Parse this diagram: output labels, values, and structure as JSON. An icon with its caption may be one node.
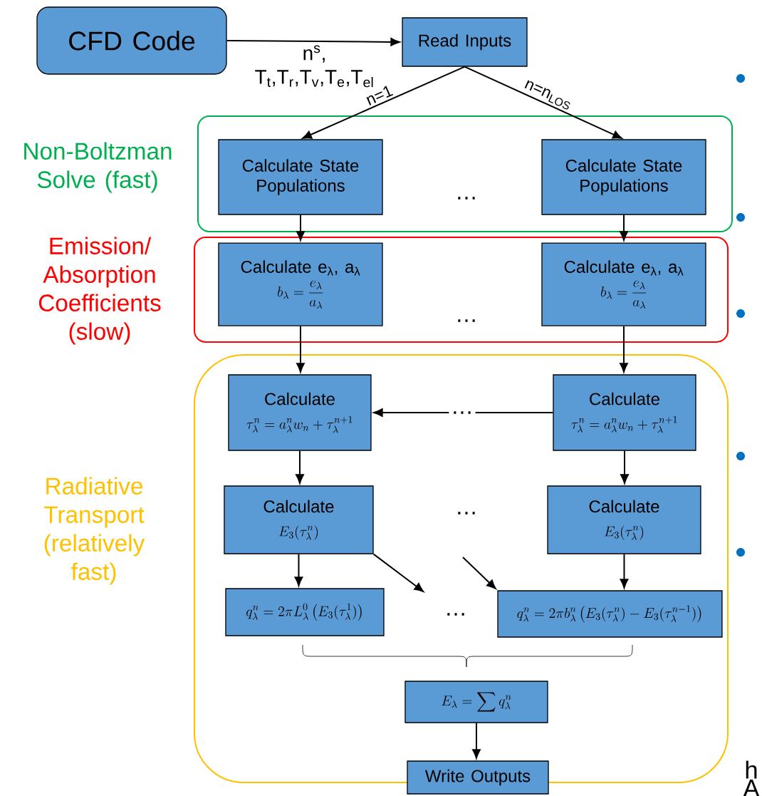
{
  "diagram": {
    "nodes": [
      {
        "text": [
          "CFD Code"
        ]
      },
      {
        "text": [
          "Read Inputs"
        ]
      },
      {
        "text": [
          "Non-Boltzman Solve (fast)"
        ]
      },
      {
        "text": [
          "Calculate State Populations"
        ],
        "in": 2
      },
      {
        "text": [
          "Calculate State Populations"
        ],
        "in": 2
      },
      {
        "text": [
          "Emission/ Absorption Coefficients (slow)"
        ]
      },
      {
        "text": [
          "Calculate e$_{λ}$, a$_{λ}$",
          "b_\\lambda = \\frac{e_\\lambda}{a_\\lambda}"
        ],
        "in": 5
      },
      {
        "text": [
          "Calculate e$_{λ}$, a$_{λ}$",
          "b_\\lambda = \\frac{e_\\lambda}{a_\\lambda}"
        ],
        "in": 5
      },
      {
        "text": [
          "Radiative Transport (relatively fast)"
        ]
      },
      {
        "text": [
          "Calculate",
          "\\tau_\\lambda^n = a_\\lambda^n w_n + \\tau_\\lambda^{n+1}"
        ],
        "in": 8
      },
      {
        "text": [
          "Calculate",
          "\\tau_\\lambda^n = a_\\lambda^n w_n + \\tau_\\lambda^{n+1}"
        ],
        "in": 8
      },
      {
        "text": [
          "Calculate",
          "E_3(\\tau_\\lambda^n)"
        ],
        "in": 8
      },
      {
        "text": [
          "Calculate",
          "E_3(\\tau_\\lambda^n)"
        ],
        "in": 8
      },
      {
        "text": [
          "q_\\lambda^n = 2\\pi L_\\lambda^0 \\left(E_3(\\tau_\\lambda^1)\\right)"
        ],
        "in": 8
      },
      {
        "text": [
          "q_\\lambda^n = 2\\pi b_\\lambda^n \\left(E_3(\\tau_\\lambda^n) - E_3(\\tau_\\lambda^{n-1})\\right)"
        ],
        "in": 8
      },
      {
        "text": [
          "E_\\lambda = \\sum q_\\lambda^n"
        ],
        "in": 8
      },
      {
        "text": [
          "Write Outputs"
        ]
      }
    ],
    "edges": [
      {
        "from": 0,
        "to": 1,
        "arrow": "to",
        "label": "n$^{s}$, T$_{t}$,T$_{r}$,T$_{v}$,T$_{e}$,T$_{el}$"
      },
      {
        "from": 1,
        "to": 3,
        "arrow": "to",
        "label": "n=1"
      },
      {
        "from": 1,
        "to": 4,
        "arrow": "to",
        "label": "n=n$_{LOS}$"
      },
      {
        "from": 3,
        "to": 6,
        "arrow": "to"
      },
      {
        "from": 4,
        "to": 7,
        "arrow": "to"
      },
      {
        "from": 6,
        "to": 9,
        "arrow": "to"
      },
      {
        "from": 7,
        "to": 10,
        "arrow": "to"
      },
      {
        "from": 10,
        "to": 9,
        "arrow": "to",
        "label": "…"
      },
      {
        "from": 9,
        "to": 11,
        "arrow": "to"
      },
      {
        "from": 10,
        "to": 12,
        "arrow": "to"
      },
      {
        "from": 11,
        "to": 13,
        "arrow": "to"
      },
      {
        "from": 12,
        "to": 14,
        "arrow": "to"
      },
      {
        "from": 11,
        "to": null,
        "arrow": "to"
      },
      {
        "from": null,
        "to": 14,
        "arrow": "to"
      },
      {
        "from": 15,
        "to": 16,
        "arrow": "to"
      }
    ],
    "labels": [
      "…",
      "…",
      "…",
      "…",
      "h",
      "A"
    ]
  }
}
